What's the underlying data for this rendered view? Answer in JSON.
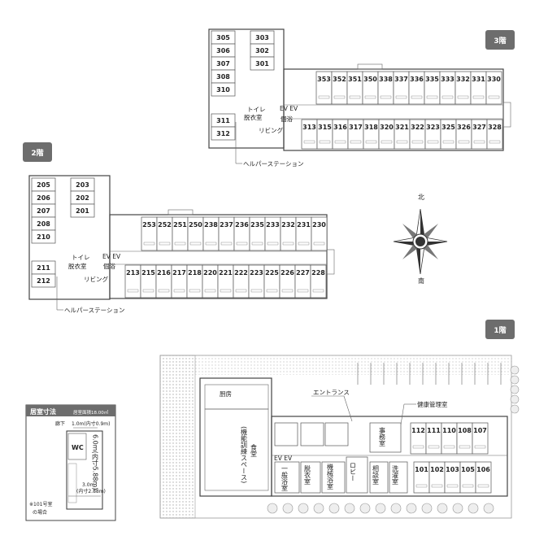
{
  "floors": {
    "floor3": {
      "badge": "3階",
      "rooms_left": [
        "305",
        "303",
        "306",
        "302",
        "307",
        "301",
        "308",
        "310",
        "311",
        "312"
      ],
      "rooms_top": [
        "353",
        "352",
        "351",
        "350",
        "338",
        "337",
        "336",
        "335",
        "333",
        "332",
        "331",
        "330"
      ],
      "rooms_bottom": [
        "313",
        "315",
        "316",
        "317",
        "318",
        "320",
        "321",
        "322",
        "323",
        "325",
        "326",
        "327",
        "328"
      ],
      "labels": {
        "toilet": "トイレ",
        "dressing": "脱衣室",
        "ev": "EV EV",
        "bath": "個浴",
        "living": "リビング",
        "helper": "ヘルパーステーション"
      }
    },
    "floor2": {
      "badge": "2階",
      "rooms_left": [
        "205",
        "203",
        "206",
        "202",
        "207",
        "201",
        "208",
        "210",
        "211",
        "212"
      ],
      "rooms_top": [
        "253",
        "252",
        "251",
        "250",
        "238",
        "237",
        "236",
        "235",
        "233",
        "232",
        "231",
        "230"
      ],
      "rooms_bottom": [
        "213",
        "215",
        "216",
        "217",
        "218",
        "220",
        "221",
        "222",
        "223",
        "225",
        "226",
        "227",
        "228"
      ],
      "labels": {
        "toilet": "トイレ",
        "dressing": "脱衣室",
        "ev": "EV EV",
        "bath": "個浴",
        "living": "リビング",
        "helper": "ヘルパーステーション"
      }
    },
    "floor1": {
      "badge": "1階",
      "labels": {
        "kitchen": "厨房",
        "entrance": "エントランス",
        "health": "健康管理室",
        "office": "事務室",
        "dining": "食堂",
        "rehab": "(機能訓練スペース)",
        "ev": "EV EV",
        "general_bath": "一般浴室",
        "dressing": "脱衣室",
        "machine_bath": "機械浴室",
        "lobby": "ロビー",
        "consult": "相談室",
        "laundry": "洗濯室"
      },
      "rooms_top": [
        "112",
        "111",
        "110",
        "108",
        "107"
      ],
      "rooms_bottom": [
        "101",
        "102",
        "103",
        "105",
        "106"
      ]
    }
  },
  "compass": {
    "north": "北",
    "south": "南"
  },
  "room_size": {
    "title": "居室寸法",
    "area": "居室面積18.00㎡",
    "corridor": "廊下",
    "width": "1.0m(内寸0.9m)",
    "wc": "WC",
    "depth": "6.0m(内寸5.88m)",
    "room_width": "3.0m",
    "room_width_inner": "(内寸2.88m)",
    "note1": "※101号室",
    "note2": "の場合"
  }
}
